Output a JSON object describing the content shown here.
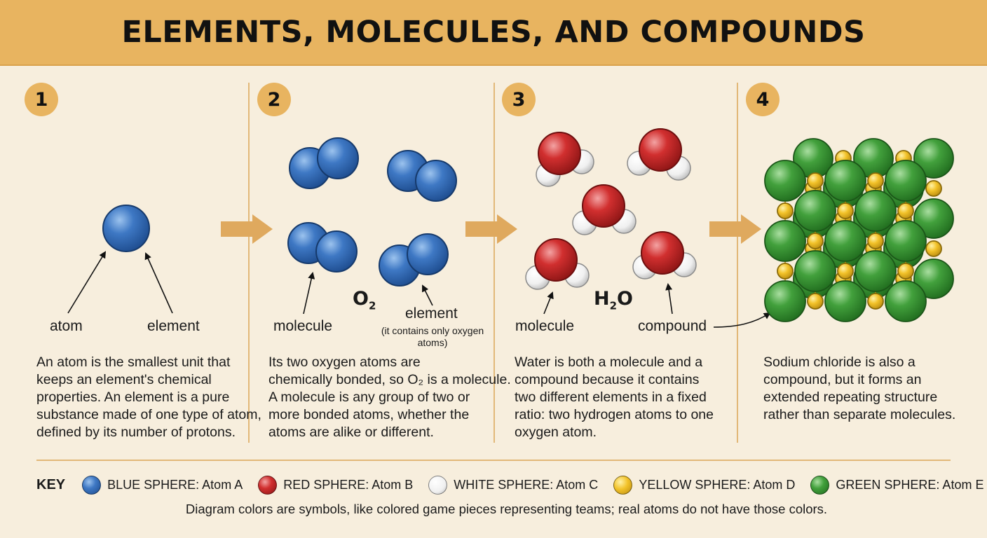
{
  "title": "ELEMENTS, MOLECULES, AND COMPOUNDS",
  "colors": {
    "header": "#e8b460",
    "background": "#f7eedd",
    "atom_a": "#3b74c0",
    "atom_b": "#cf2b2b",
    "atom_c": "#f4f4f4",
    "atom_d": "#f2c229",
    "atom_e": "#3f9e3a",
    "arrow": "#dfa95e"
  },
  "panels": [
    {
      "number": "1",
      "labels": [
        "atom",
        "element"
      ],
      "description": [
        "An atom is the smallest unit that",
        "keeps an element's chemical",
        "properties. An element is a pure",
        "substance made of one type of atom,",
        "defined by its number of protons."
      ]
    },
    {
      "number": "2",
      "labels": [
        "molecule",
        "element"
      ],
      "formula": {
        "base": "O",
        "sub": "2"
      },
      "note": [
        "(it contains only oxygen",
        "atoms)"
      ],
      "description": [
        "Its two oxygen atoms are",
        "chemically bonded, so O₂ is a molecule.",
        "A molecule is any group of two or",
        "more bonded atoms, whether the",
        "atoms are alike or different."
      ]
    },
    {
      "number": "3",
      "labels": [
        "molecule",
        "compound"
      ],
      "formula": {
        "base": "H",
        "sub": "2",
        "tail": "O"
      },
      "description": [
        "Water is both a molecule and a",
        "compound because it contains",
        "two different elements in a fixed",
        "ratio: two hydrogen atoms to one",
        "oxygen atom."
      ]
    },
    {
      "number": "4",
      "description": [
        "Sodium chloride is also a",
        "compound, but it forms an",
        "extended repeating structure",
        "rather than separate molecules."
      ]
    }
  ],
  "key": {
    "title": "KEY",
    "items": [
      {
        "label": "BLUE SPHERE: Atom A",
        "color": "#3b74c0"
      },
      {
        "label": "RED SPHERE: Atom B",
        "color": "#cf2b2b"
      },
      {
        "label": "WHITE SPHERE: Atom C",
        "color": "#f4f4f4"
      },
      {
        "label": "YELLOW SPHERE: Atom D",
        "color": "#f2c229"
      },
      {
        "label": "GREEN SPHERE: Atom E",
        "color": "#3f9e3a"
      }
    ],
    "note": "Diagram colors are symbols, like colored game pieces representing teams; real atoms do not have those colors."
  }
}
